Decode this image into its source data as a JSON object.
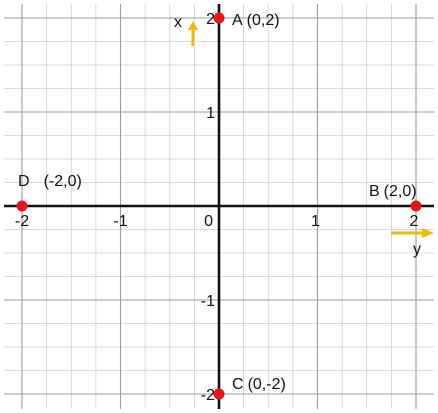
{
  "diagram": {
    "grid": {
      "xmin": -2,
      "xmax": 2,
      "ymin": -2,
      "ymax": 2,
      "minor_step": 0.25
    },
    "ticks": {
      "horizontal": [
        {
          "v": -2,
          "text": "-2"
        },
        {
          "v": -1,
          "text": "-1"
        },
        {
          "v": 0,
          "text": "0"
        },
        {
          "v": 1,
          "text": "1"
        },
        {
          "v": 2,
          "text": "2"
        }
      ],
      "vertical": [
        {
          "v": 2,
          "text": "2"
        },
        {
          "v": 1,
          "text": "1"
        },
        {
          "v": -1,
          "text": "-1"
        },
        {
          "v": -2,
          "text": "-2"
        }
      ]
    },
    "axes": {
      "vertical_name": "x",
      "horizontal_name": "y",
      "arrow_color": "#f5b800"
    },
    "points": [
      {
        "id": "A",
        "name": "A",
        "coords": "(0,2)",
        "u": 0,
        "v": 2
      },
      {
        "id": "B",
        "name": "B",
        "coords": "(2,0)",
        "u": 2,
        "v": 0
      },
      {
        "id": "C",
        "name": "C",
        "coords": "(0,-2)",
        "u": 0,
        "v": -2
      },
      {
        "id": "D",
        "name": "D",
        "coords": "(-2,0)",
        "u": -2,
        "v": 0
      }
    ],
    "point_color": "#e8141b",
    "grid_color": "#9a9a9a",
    "minor_grid_color": "#cfcfcf"
  }
}
